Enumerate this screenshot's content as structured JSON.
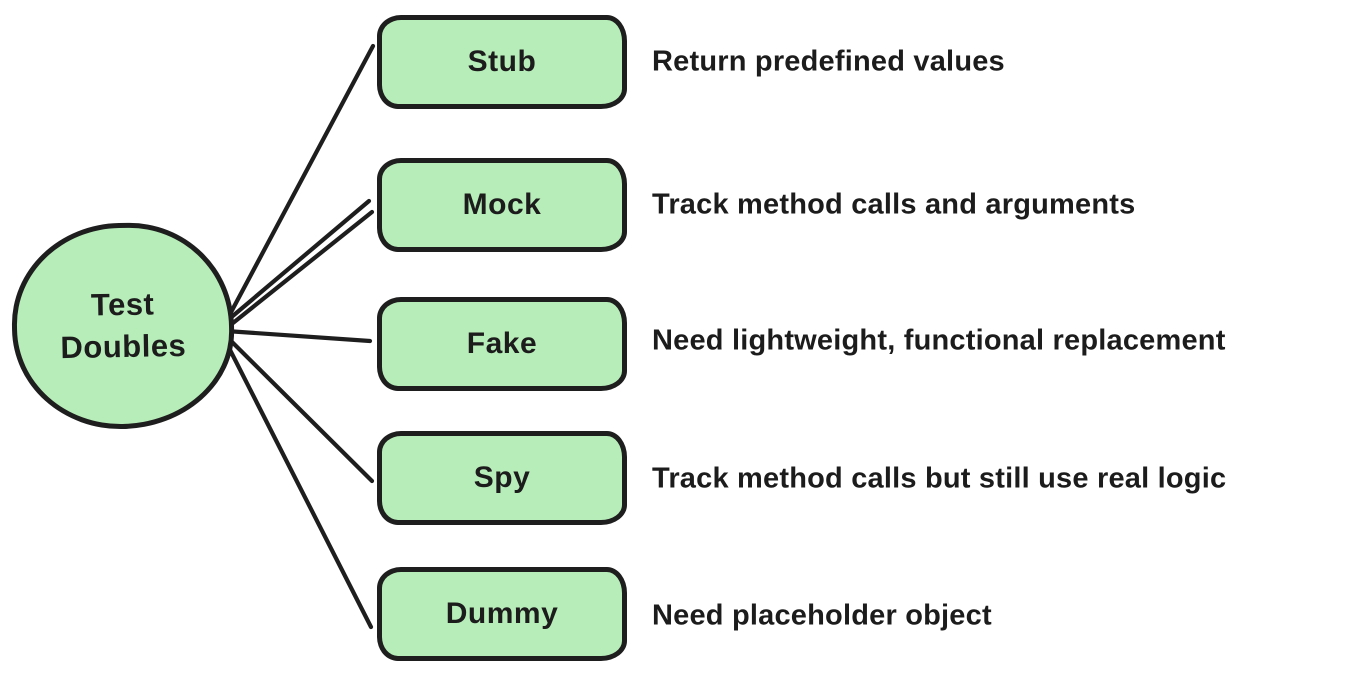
{
  "colors": {
    "background": "#ffffff",
    "node_fill": "#b7edb9",
    "stroke": "#1e1e1e",
    "text": "#1c1c1c"
  },
  "root": {
    "label_line1": "Test",
    "label_line2": "Doubles"
  },
  "nodes": [
    {
      "label": "Stub",
      "description": "Return predefined values"
    },
    {
      "label": "Mock",
      "description": "Track method calls and arguments"
    },
    {
      "label": "Fake",
      "description": "Need lightweight, functional replacement"
    },
    {
      "label": "Spy",
      "description": "Track method calls but still use real logic"
    },
    {
      "label": "Dummy",
      "description": "Need placeholder object"
    }
  ]
}
